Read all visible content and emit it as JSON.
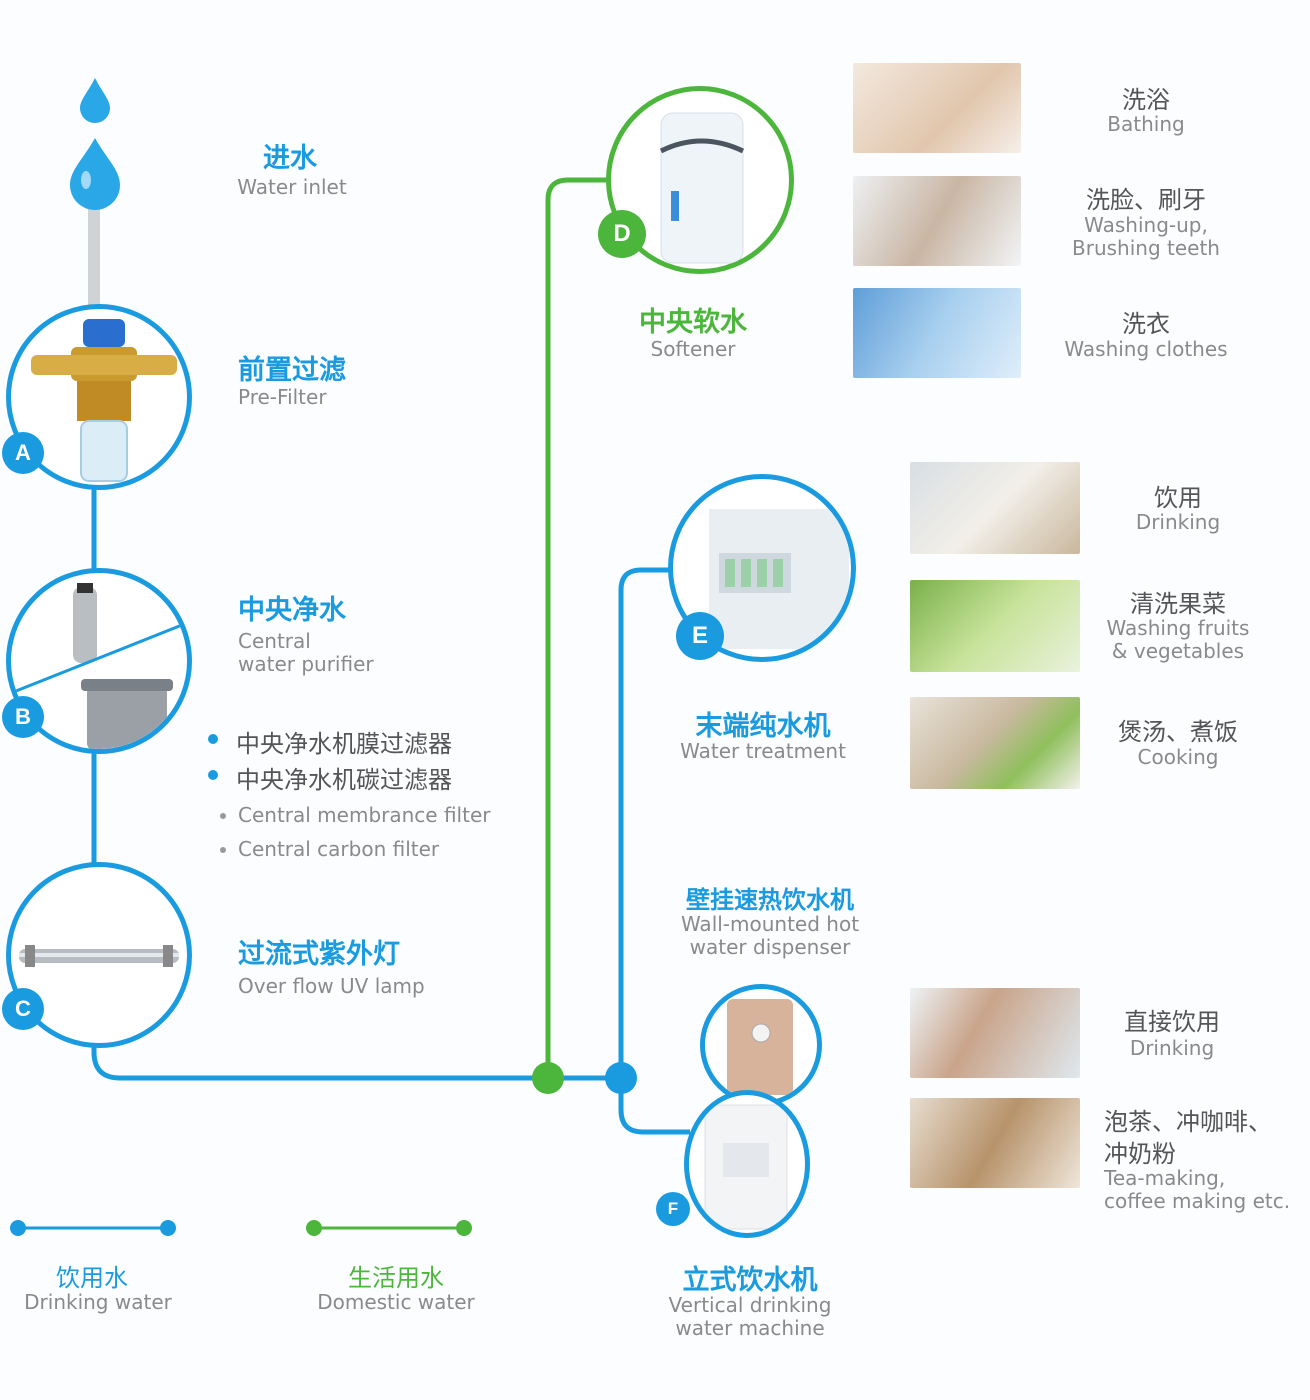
{
  "inlet": {
    "cn": "进水",
    "en": "Water inlet"
  },
  "prefilter": {
    "badge": "A",
    "cn": "前置过滤",
    "en": "Pre-Filter"
  },
  "central_purifier": {
    "badge": "B",
    "cn": "中央净水",
    "en1": "Central",
    "en2": "water purifier",
    "bullets_cn": [
      "中央净水机膜过滤器",
      "中央净水机碳过滤器"
    ],
    "bullets_en": [
      "Central membrance filter",
      "Central carbon filter"
    ]
  },
  "uv_lamp": {
    "badge": "C",
    "cn": "过流式紫外灯",
    "en": "Over flow UV lamp"
  },
  "softener": {
    "badge": "D",
    "cn": "中央软水",
    "en": "Softener",
    "uses": [
      {
        "cn": "洗浴",
        "en1": "Bathing",
        "en2": ""
      },
      {
        "cn": "洗脸、刷牙",
        "en1": "Washing-up,",
        "en2": "Brushing teeth"
      },
      {
        "cn": "洗衣",
        "en1": "Washing clothes",
        "en2": ""
      }
    ]
  },
  "water_treatment": {
    "badge": "E",
    "cn": "末端纯水机",
    "en": "Water treatment",
    "uses": [
      {
        "cn": "饮用",
        "en1": "Drinking",
        "en2": ""
      },
      {
        "cn": "清洗果菜",
        "en1": "Washing fruits",
        "en2": "& vegetables"
      },
      {
        "cn": "煲汤、煮饭",
        "en1": "Cooking",
        "en2": ""
      }
    ]
  },
  "wall_dispenser": {
    "cn": "壁挂速热饮水机",
    "en1": "Wall-mounted hot",
    "en2": "water dispenser"
  },
  "vertical_machine": {
    "badge": "F",
    "cn": "立式饮水机",
    "en1": "Vertical drinking",
    "en2": "water machine",
    "uses": [
      {
        "cn": "直接饮用",
        "en1": "Drinking",
        "en2": ""
      },
      {
        "cn1": "泡茶、冲咖啡、",
        "cn2": "冲奶粉",
        "en1": "Tea-making,",
        "en2": "coffee making etc."
      }
    ]
  },
  "legend": {
    "drinking": {
      "cn": "饮用水",
      "en": "Drinking water"
    },
    "domestic": {
      "cn": "生活用水",
      "en": "Domestic water"
    }
  },
  "colors": {
    "blue": "#1a9be0",
    "green": "#4cb63c"
  }
}
